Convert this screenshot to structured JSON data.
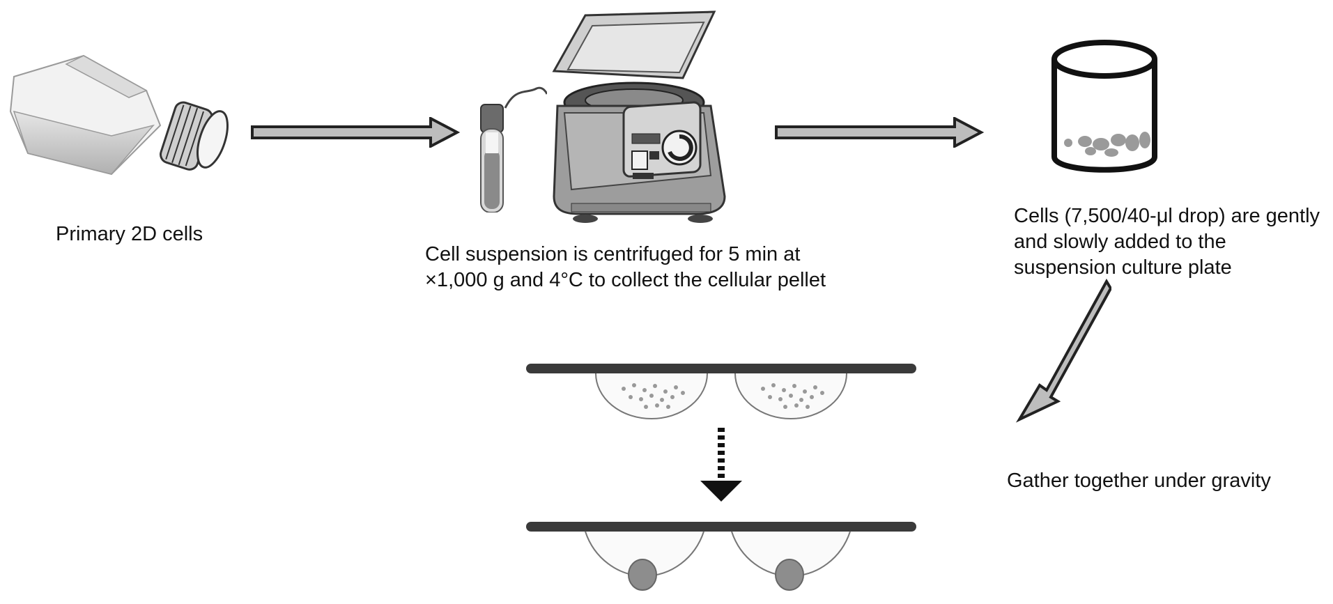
{
  "steps": [
    {
      "label": "Primary 2D cells"
    },
    {
      "label": "Cell suspension is centrifuged for 5 min at ×1,000 g and 4°C to collect the cellular pellet"
    },
    {
      "label": "Cells (7,500/40-μl drop) are gently and slowly added to the suspension culture plate"
    },
    {
      "label": "Gather together under gravity"
    }
  ],
  "icons": {
    "flask": "culture-flask-icon",
    "tube": "blood-tube-icon",
    "centrifuge": "centrifuge-icon",
    "cup": "culture-plate-cup-icon",
    "drops_before": "hanging-drops-before-icon",
    "drops_after": "hanging-drops-after-icon"
  },
  "colors": {
    "arrow_fill": "#bdbdbd",
    "outline": "#222222",
    "plate_bar": "#3a3a3a"
  }
}
